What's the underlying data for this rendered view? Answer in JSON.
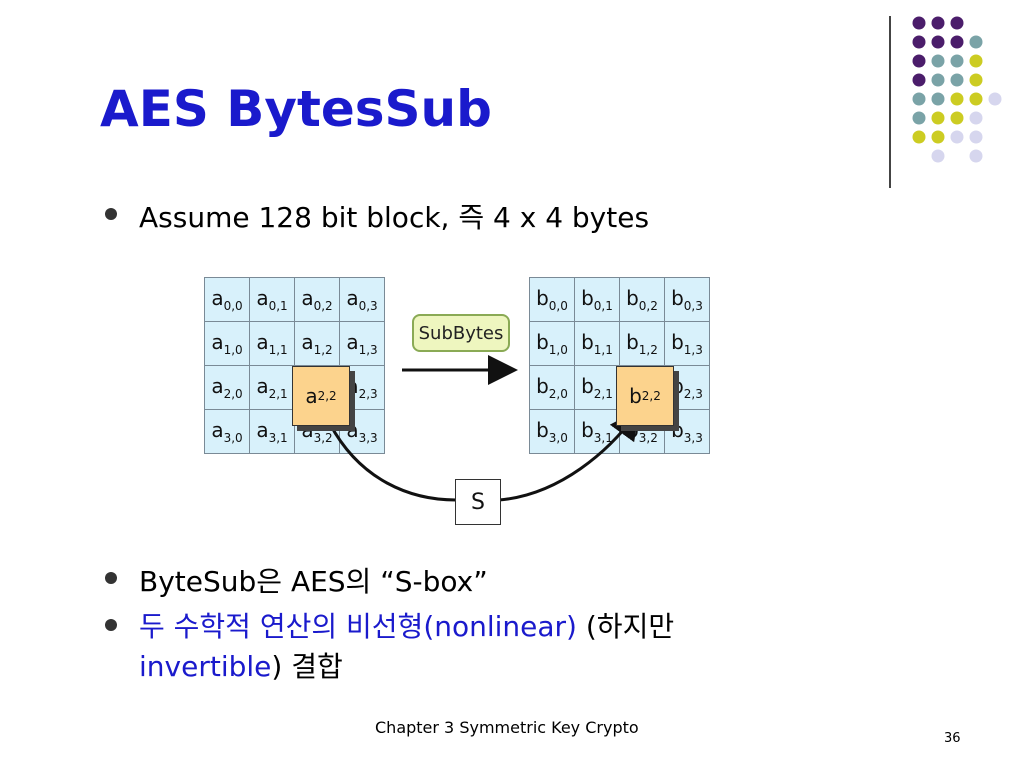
{
  "slide": {
    "title": "AES BytesSub",
    "bullet1": "Assume 128 bit block, 즉 4 x 4 bytes",
    "bullet2": "ByteSub은 AES의 “S-box”",
    "bullet3_part1": "두 수학적 연산의 비선형",
    "bullet3_part2": "(nonlinear)",
    "bullet3_part3": " (하지만",
    "bullet3_part4": "invertible",
    "bullet3_part5": ") 결합",
    "footer": "Chapter 3   Symmetric Key Crypto",
    "page_number": "36"
  },
  "diagram": {
    "operation_label": "SubBytes",
    "sbox_label": "S",
    "input_prefix": "a",
    "output_prefix": "b",
    "input_cells": [
      [
        "0,0",
        "0,1",
        "0,2",
        "0,3"
      ],
      [
        "1,0",
        "1,1",
        "1,2",
        "1,3"
      ],
      [
        "2,0",
        "2,1",
        "2,2",
        "2,3"
      ],
      [
        "3,0",
        "3,1",
        "3,2",
        "3,3"
      ]
    ],
    "highlight_sub": "2,2"
  },
  "colors": {
    "title": "#1a1acc",
    "cell_bg": "#d8f1fb",
    "highlight_bg": "#fcd38d",
    "subbytes_bg": "#eef6bf",
    "dot_purple": "#4b1d6b",
    "dot_teal": "#7aa3a7",
    "dot_yellow": "#cccc22",
    "dot_lavender": "#d6d6ee"
  }
}
